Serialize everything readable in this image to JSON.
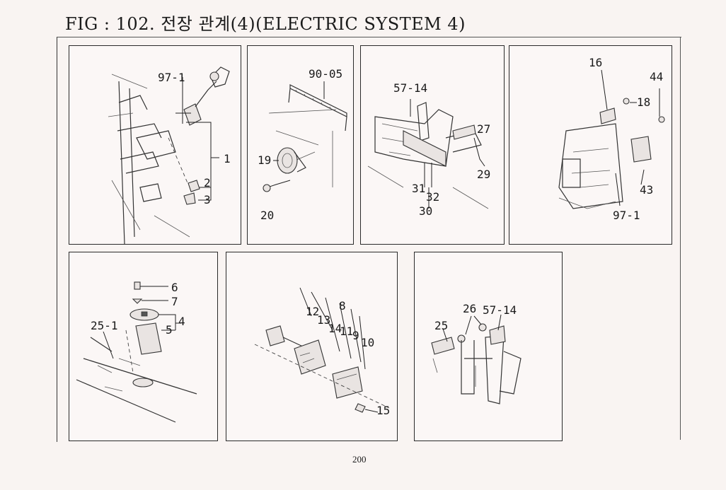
{
  "header": {
    "title": "FIG : 102. 전장 관계(4)(ELECTRIC SYSTEM 4)"
  },
  "panels": [
    {
      "callouts": [
        "97-1",
        "1",
        "2",
        "3"
      ]
    },
    {
      "callouts": [
        "90-05",
        "19",
        "20"
      ]
    },
    {
      "callouts": [
        "57-14",
        "27",
        "29",
        "31",
        "32",
        "30"
      ]
    },
    {
      "callouts": [
        "16",
        "18",
        "44",
        "43",
        "97-1"
      ]
    },
    {
      "callouts": [
        "6",
        "7",
        "4",
        "5",
        "25-1"
      ]
    },
    {
      "callouts": [
        "8",
        "12",
        "13",
        "14",
        "11",
        "9",
        "10",
        "15"
      ]
    },
    {
      "callouts": [
        "26",
        "57-14",
        "25"
      ]
    }
  ],
  "footer": {
    "page_number": "200"
  }
}
